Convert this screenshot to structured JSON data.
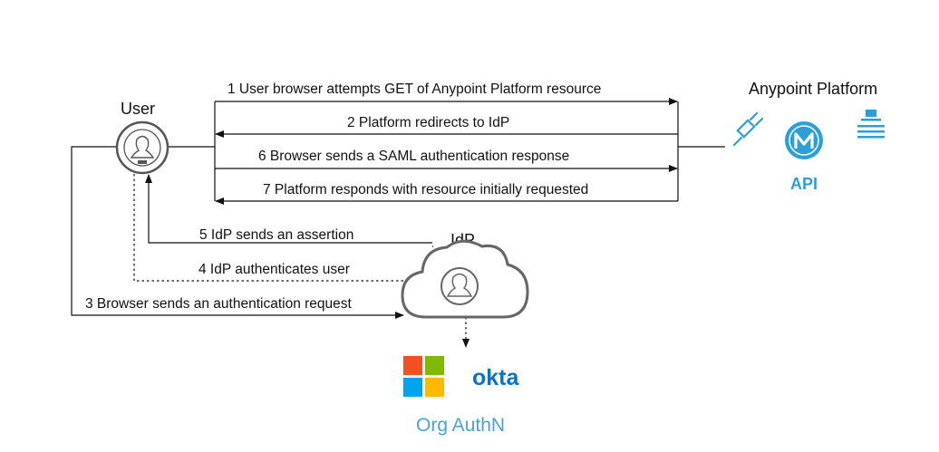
{
  "actors": {
    "user": "User",
    "anypoint": "Anypoint Platform",
    "idp": "IdP",
    "api_label": "API",
    "org_authn": "Org AuthN",
    "okta": "okta"
  },
  "steps": {
    "s1": "1 User browser attempts GET of Anypoint Platform resource",
    "s2": "2 Platform redirects to IdP",
    "s3": "3 Browser sends an authentication request",
    "s4": "4 IdP authenticates user",
    "s5": "5 IdP sends an assertion",
    "s6": "6 Browser sends a SAML authentication response",
    "s7": "7 Platform responds with resource initially requested"
  },
  "colors": {
    "line": "#111111",
    "icon_gray": "#555555",
    "mule_blue": "#2d9fd8",
    "org_text": "#4aa3d8",
    "okta_blue": "#0a74c4",
    "ms_red": "#f25022",
    "ms_green": "#7fba00",
    "ms_blue": "#00a4ef",
    "ms_yellow": "#ffb900"
  }
}
